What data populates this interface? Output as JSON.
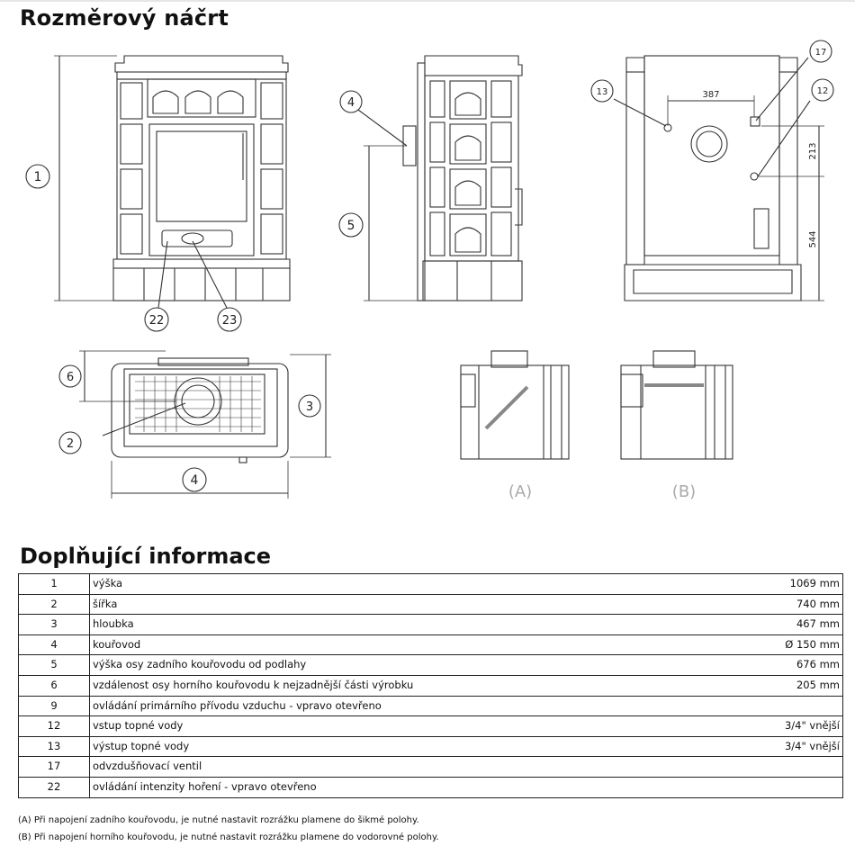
{
  "headings": {
    "sketch": "Rozměrový náčrt",
    "info": "Doplňující informace"
  },
  "drawing": {
    "callouts": [
      "1",
      "22",
      "23",
      "4",
      "5",
      "17",
      "13",
      "12",
      "6",
      "3",
      "2",
      "4"
    ],
    "dimensions": [
      "387",
      "213",
      "544"
    ],
    "section_labels": [
      "(A)",
      "(B)"
    ]
  },
  "table": {
    "rows": [
      {
        "num": "1",
        "desc": "výška",
        "val": "1069 mm"
      },
      {
        "num": "2",
        "desc": "šířka",
        "val": "740 mm"
      },
      {
        "num": "3",
        "desc": "hloubka",
        "val": "467 mm"
      },
      {
        "num": "4",
        "desc": "kouřovod",
        "val": "Ø 150 mm"
      },
      {
        "num": "5",
        "desc": "výška osy zadního kouřovodu od podlahy",
        "val": "676 mm"
      },
      {
        "num": "6",
        "desc": "vzdálenost osy horního kouřovodu k nejzadnější části výrobku",
        "val": "205 mm"
      },
      {
        "num": "9",
        "desc": "ovládání primárního přívodu vzduchu - vpravo otevřeno",
        "val": ""
      },
      {
        "num": "12",
        "desc": "vstup topné vody",
        "val": "3/4\" vnější"
      },
      {
        "num": "13",
        "desc": "výstup topné vody",
        "val": "3/4\" vnější"
      },
      {
        "num": "17",
        "desc": "odvzdušňovací ventil",
        "val": ""
      },
      {
        "num": "22",
        "desc": "ovládání intenzity hoření - vpravo otevřeno",
        "val": ""
      }
    ]
  },
  "notes": {
    "a": "(A) Při napojení zadního kouřovodu, je nutné nastavit rozrážku plamene do šikmé polohy.",
    "b": "(B) Při napojení horního kouřovodu, je nutné nastavit rozrážku plamene do vodorovné polohy."
  }
}
